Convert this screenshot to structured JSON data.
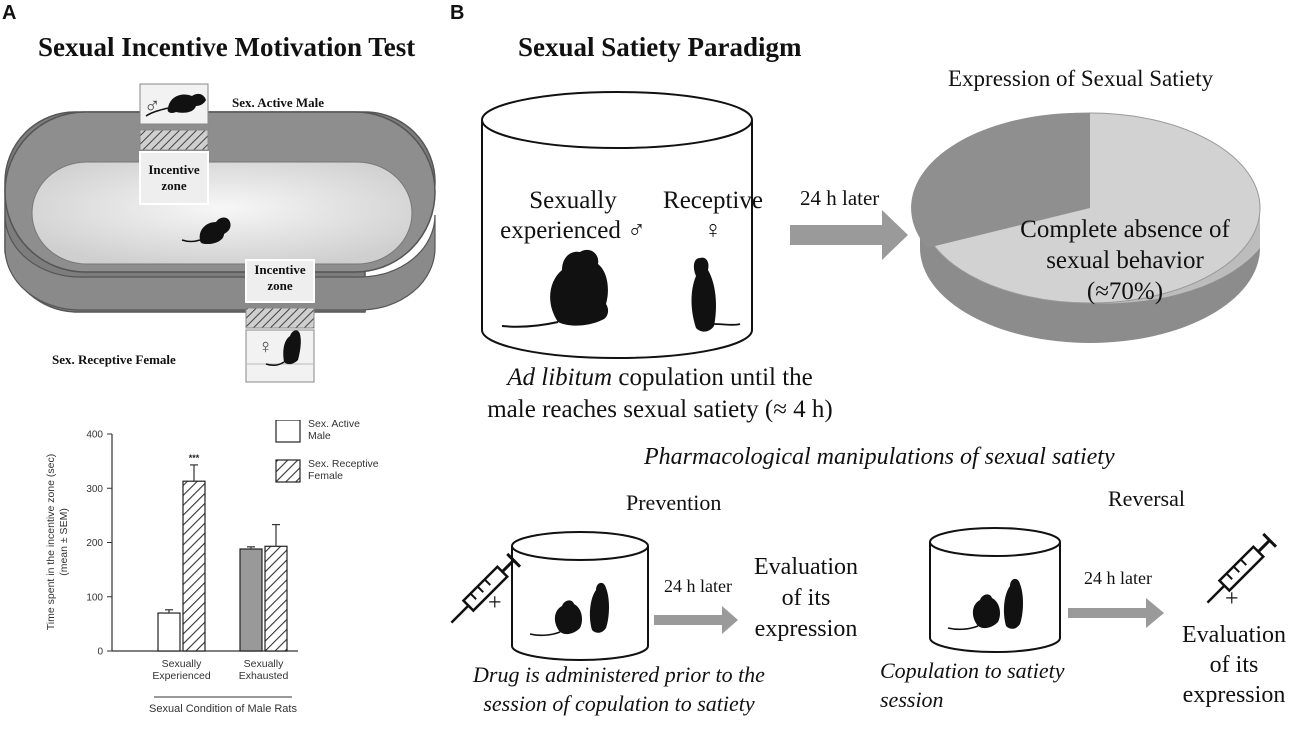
{
  "panel_a": {
    "letter": "A",
    "title": "Sexual Incentive Motivation Test",
    "male_symbol": "♂",
    "female_symbol": "♀",
    "active_male_label": "Sex. Active Male",
    "receptive_female_label": "Sex. Receptive Female",
    "incentive_zone_top": [
      "Incentive",
      "zone"
    ],
    "incentive_zone_bottom": [
      "Incentive",
      "zone"
    ]
  },
  "panel_b": {
    "letter": "B",
    "title": "Sexual Satiety Paradigm",
    "experienced_label": [
      "Sexually",
      "experienced ♂"
    ],
    "receptive_label": [
      "Receptive",
      "♀"
    ],
    "later_main": "24 h later",
    "pie_title": "Expression of Sexual Satiety",
    "pie_text": [
      "Complete absence of",
      "sexual behavior",
      "(≈70%)"
    ],
    "copulation_caption_italic": "Ad libitum",
    "copulation_caption_rest": " copulation until the",
    "copulation_caption_line2": "male reaches sexual satiety (≈ 4 h)",
    "pharm_title": "Pharmacological manipulations of sexual satiety",
    "prevention_label": "Prevention",
    "reversal_label": "Reversal",
    "plus": "+",
    "later_prevention": "24 h later",
    "later_reversal": "24 h later",
    "evaluation_prevention": [
      "Evaluation",
      "of its",
      "expression"
    ],
    "evaluation_reversal": [
      "Evaluation",
      "of its",
      "expression"
    ],
    "prevention_caption": [
      "Drug is administered prior to the",
      "session of copulation to satiety"
    ],
    "reversal_caption": [
      "Copulation to satiety",
      "session"
    ]
  },
  "chart_data": {
    "type": "bar",
    "categories": [
      "Sexually Experienced",
      "Sexually Exhausted"
    ],
    "category_labels": [
      [
        "Sexually",
        "Experienced"
      ],
      [
        "Sexually",
        "Exhausted"
      ]
    ],
    "series": [
      {
        "name": "Sex. Active Male",
        "name_lines": [
          "Sex. Active",
          "Male"
        ],
        "values": [
          70,
          188
        ],
        "errors": [
          6,
          4
        ],
        "fill": "white"
      },
      {
        "name": "Sex. Receptive Female",
        "name_lines": [
          "Sex. Receptive",
          "Female"
        ],
        "values": [
          313,
          193
        ],
        "errors": [
          30,
          40
        ],
        "fill": "hatched"
      }
    ],
    "exhausted_male_fill": "#999999",
    "significance": "***",
    "ylabel_lines": [
      "Time spent in the incentive zone (sec)",
      "(mean ± SEM)"
    ],
    "xlabel": "Sexual Condition of Male Rats",
    "ylim": [
      0,
      400
    ],
    "yticks": [
      "0",
      "100",
      "200",
      "300",
      "400"
    ],
    "legend_position": "top-right"
  }
}
